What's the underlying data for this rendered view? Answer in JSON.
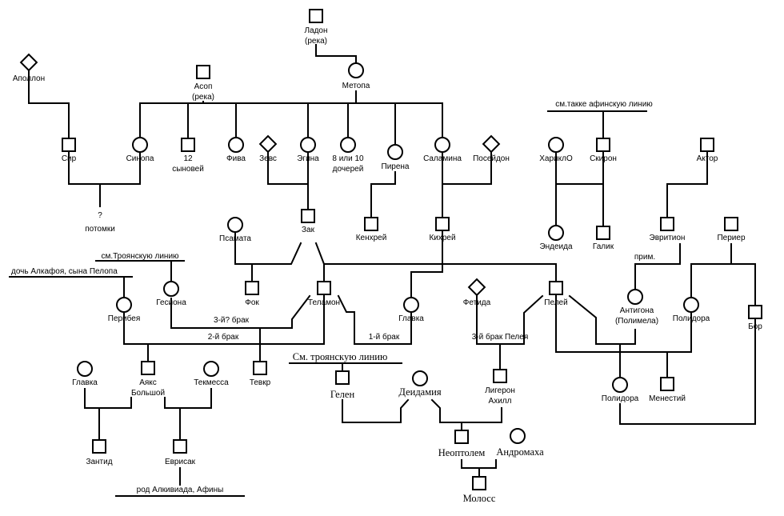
{
  "legend_notes": {
    "athenian_line": "см.такке афинскую линию",
    "trojan_line_1": "см.Троянскую линию",
    "trojan_line_2": "См. троянскую линию",
    "alkathoos": "дочь Алкафоя, сына Пелопа",
    "alkibiades": "род Алкивиада, Афины"
  },
  "people": {
    "ladon": "Ладон",
    "ladon_sub": "(река)",
    "metopa": "Метопа",
    "asop": "Асоп",
    "asop_sub": "(река)",
    "apollon": "Аполлон",
    "sir": "Сир",
    "sinopa": "Синопа",
    "twelve": "12",
    "twelve_sub": "сыновей",
    "fiva": "Фива",
    "zevs": "Зевс",
    "egina": "Эгина",
    "daughters": "8 или 10",
    "daughters_sub": "дочерей",
    "pirena": "Пирена",
    "salamina": "Саламина",
    "poseidon": "Посейдон",
    "harikl": "ХариклО",
    "skiron": "Скирон",
    "aktor": "Актор",
    "unknown_mark": "?",
    "potomki": "потомки",
    "psamata": "Псамата",
    "zak": "Зак",
    "kenhrey": "Кенхрей",
    "kihrey": "Кихрей",
    "endeida": "Эндеида",
    "galik": "Галик",
    "evrition": "Эвритион",
    "perier": "Периер",
    "prim": "прим.",
    "gesiona": "Гесиона",
    "fok": "Фок",
    "telamon": "Теламон",
    "periboya": "Перибея",
    "glavka_mid": "Главка",
    "fetida": "Фетида",
    "pelei": "Пелей",
    "antigona": "Антигона",
    "antigona_sub": "(Полимела)",
    "polidora_right": "Полидора",
    "bor": "Бор",
    "marriage_3": "3-й? брак",
    "marriage_2": "2-й брак",
    "marriage_1": "1-й брак",
    "marriage_pelei": "3-й брак Пелея",
    "glavka_left": "Главка",
    "aiaks": "Аякс",
    "aiaks_sub": "Большой",
    "tekmessa": "Текмесса",
    "tevkr": "Тевкр",
    "gelen": "Гелен",
    "deidamia": "Деидамия",
    "achilles": "Лигерон",
    "achilles_sub": "Ахилл",
    "polidora_bottom": "Полидора",
    "menestiy": "Менестий",
    "zantid": "Зантид",
    "evrisak": "Еврисак",
    "neoptolem": "Неоптолем",
    "andromaha": "Андромаха",
    "moloss": "Молосс"
  }
}
